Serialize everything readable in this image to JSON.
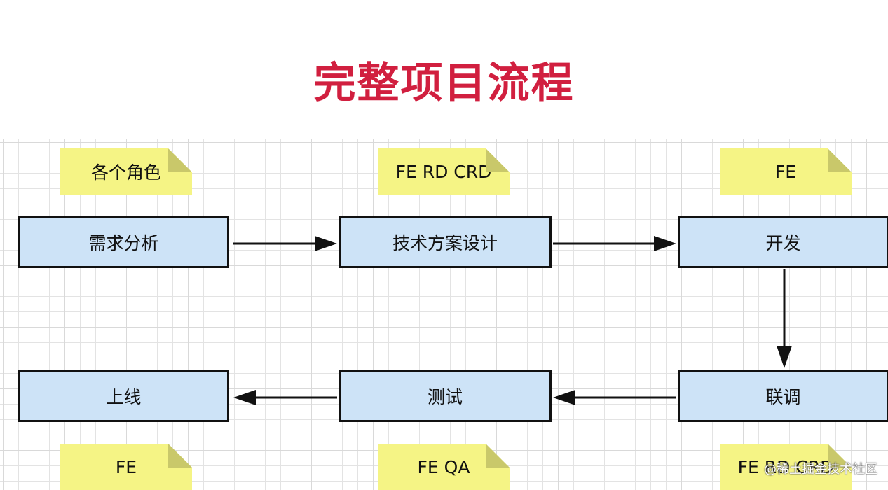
{
  "title": "完整项目流程",
  "notes": {
    "top1": "各个角色",
    "top2": "FE RD CRD",
    "top3": "FE",
    "bottom1": "FE",
    "bottom2": "FE QA",
    "bottom3": "FE RD CRD"
  },
  "steps": {
    "requirement": "需求分析",
    "tech_design": "技术方案设计",
    "develop": "开发",
    "integrate": "联调",
    "test": "测试",
    "release": "上线"
  },
  "watermark": "@稀土掘金技术社区",
  "colors": {
    "title": "#d11f3f",
    "box_fill": "#cde3f7",
    "note_fill": "#f5f485"
  }
}
